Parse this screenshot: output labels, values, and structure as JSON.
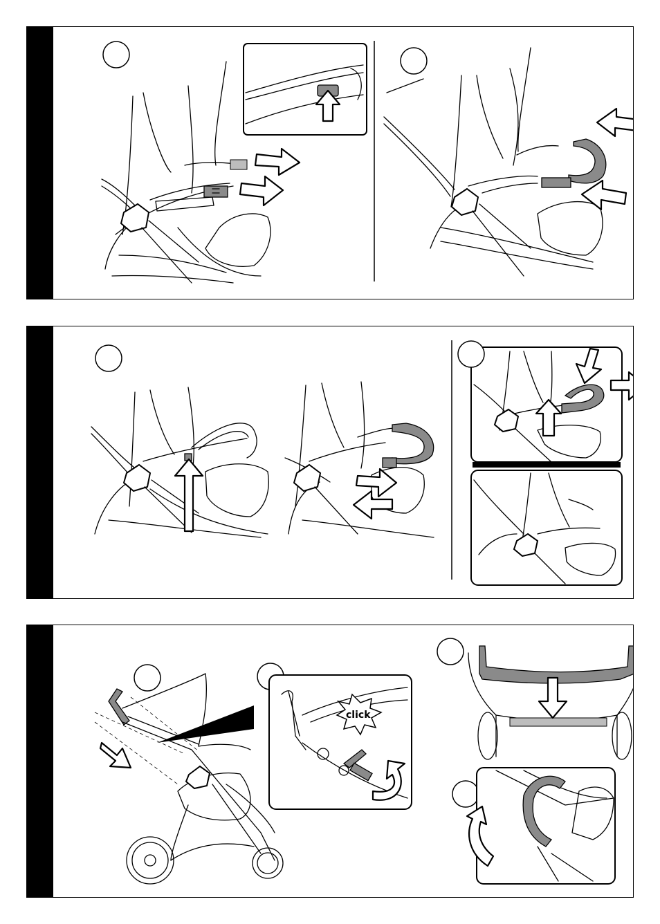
{
  "panels": [
    {
      "id": "panel-1",
      "steps": [
        "",
        ""
      ]
    },
    {
      "id": "panel-2",
      "steps": [
        "",
        ""
      ]
    },
    {
      "id": "panel-3",
      "steps": [
        "",
        "",
        "",
        ""
      ]
    }
  ],
  "click_label": "click"
}
